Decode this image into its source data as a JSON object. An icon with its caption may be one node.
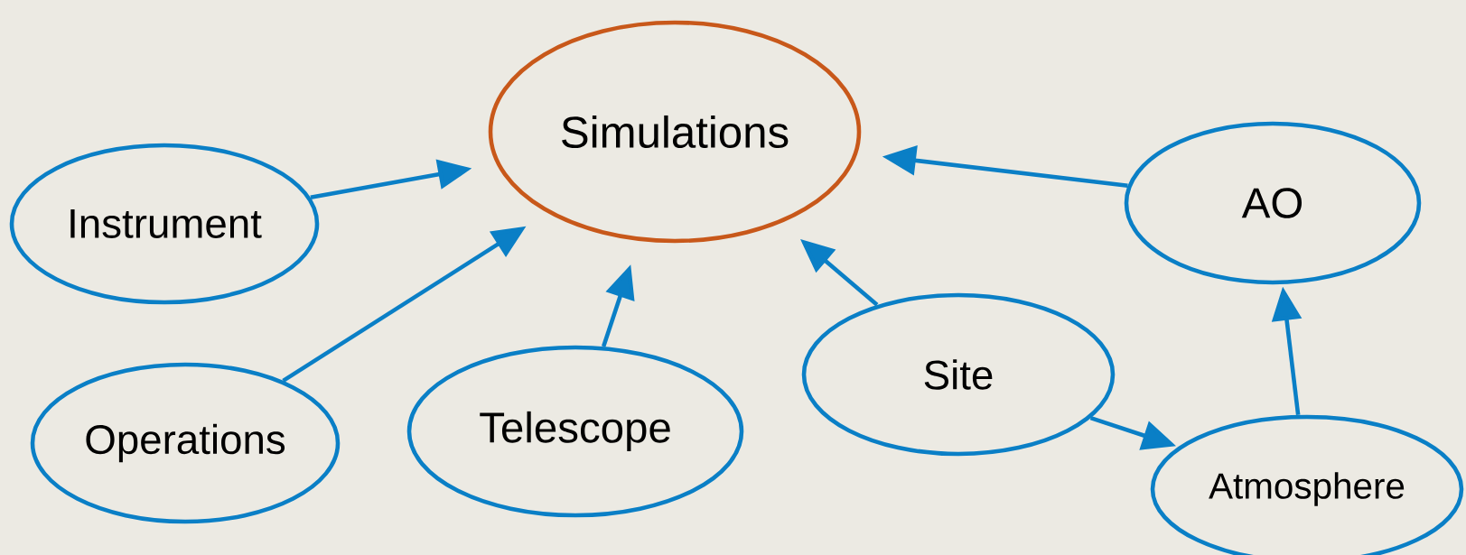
{
  "diagram": {
    "nodes": [
      {
        "text": [
          "Simulations"
        ]
      },
      {
        "text": [
          "Instrument"
        ]
      },
      {
        "text": [
          "Operations"
        ]
      },
      {
        "text": [
          "Telescope"
        ]
      },
      {
        "text": [
          "Site"
        ]
      },
      {
        "text": [
          "AO"
        ]
      },
      {
        "text": [
          "Atmosphere"
        ]
      }
    ],
    "edges": [
      {
        "from": 1,
        "to": 0,
        "arrow": "to"
      },
      {
        "from": 2,
        "to": 0,
        "arrow": "to"
      },
      {
        "from": 3,
        "to": 0,
        "arrow": "to"
      },
      {
        "from": 4,
        "to": 0,
        "arrow": "to"
      },
      {
        "from": 5,
        "to": 0,
        "arrow": "to"
      },
      {
        "from": 4,
        "to": 6,
        "arrow": "to"
      },
      {
        "from": 6,
        "to": 5,
        "arrow": "to"
      }
    ]
  }
}
